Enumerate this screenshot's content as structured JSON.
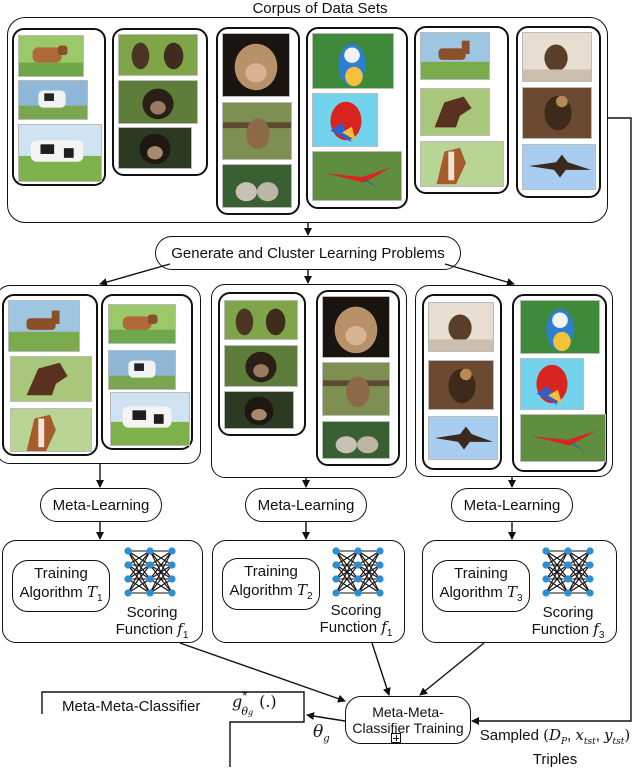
{
  "corpus": {
    "title": "Corpus of Data Sets"
  },
  "generate": {
    "label": "Generate and Cluster Learning Problems"
  },
  "meta_learning": [
    "Meta-Learning",
    "Meta-Learning",
    "Meta-Learning"
  ],
  "modules": [
    {
      "train_line1": "Training",
      "train_line2": "Algorithm",
      "train_var": "T",
      "train_sub": "1",
      "score_line1": "Scoring",
      "score_line2": "Function",
      "score_var": "f",
      "score_sub": "1"
    },
    {
      "train_line1": "Training",
      "train_line2": "Algorithm",
      "train_var": "T",
      "train_sub": "2",
      "score_line1": "Scoring",
      "score_line2": "Function",
      "score_var": "f",
      "score_sub": "1"
    },
    {
      "train_line1": "Training",
      "train_line2": "Algorithm",
      "train_var": "T",
      "train_sub": "3",
      "score_line1": "Scoring",
      "score_line2": "Function",
      "score_var": "f",
      "score_sub": "3"
    }
  ],
  "mmc_training": {
    "line1": "Meta-Meta-",
    "line2": "Classifier Training"
  },
  "mmc": {
    "label": "Meta-Meta-Classifier",
    "g": "g",
    "star": "*",
    "theta": "θ",
    "theta_sub": "g",
    "args": "(.)"
  },
  "theta_g": {
    "theta": "θ",
    "sub": "g"
  },
  "sampled": {
    "word": "Sampled",
    "d": "D",
    "d_sub": "P",
    "x": "x",
    "x_sub": "tst",
    "y": "y",
    "y_sub": "tst",
    "word2": "Triples"
  },
  "colors": {
    "node": "#2b8fd6",
    "edge": "#111111"
  },
  "icons": {
    "neural": "neural-network-icon",
    "expand": "expand-plus-icon"
  }
}
